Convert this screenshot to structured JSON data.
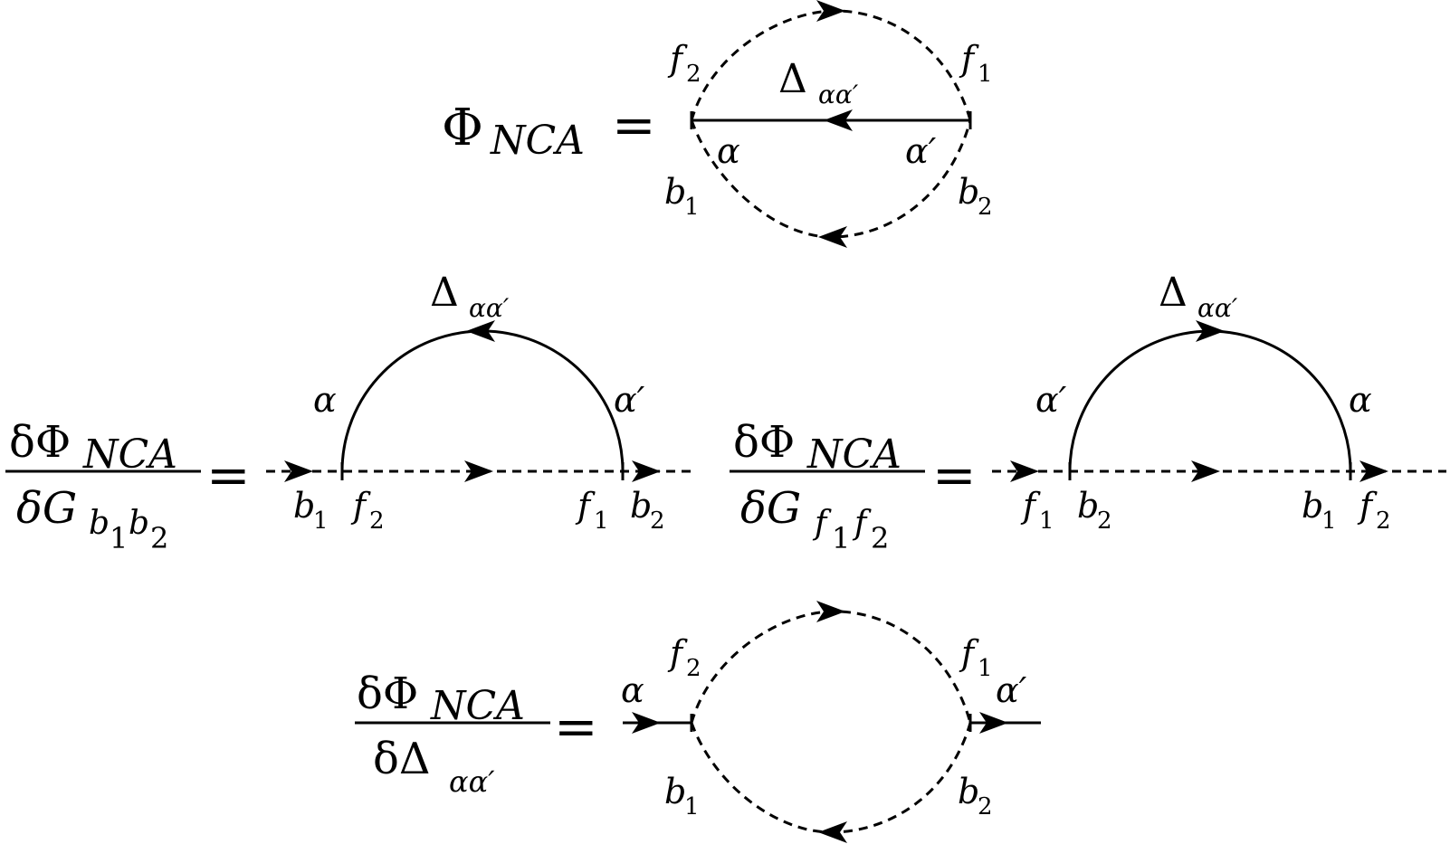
{
  "equations": {
    "phi": {
      "lhs_symbol": "Φ",
      "lhs_sub": "NCA",
      "equals": "=",
      "labels": {
        "f2": {
          "base": "f",
          "sub": "2"
        },
        "f1": {
          "base": "f",
          "sub": "1"
        },
        "b1": {
          "base": "b",
          "sub": "1"
        },
        "b2": {
          "base": "b",
          "sub": "2"
        },
        "delta": {
          "base": "Δ",
          "sub": "αα′"
        },
        "alpha": "α",
        "alpha_prime": "α′"
      }
    },
    "dG_b": {
      "numerator_delta": "δΦ",
      "numerator_sub": "NCA",
      "denominator_delta": "δG",
      "denominator_sub_1": "b",
      "denominator_sub_1_index": "1",
      "denominator_sub_2": "b",
      "denominator_sub_2_index": "2",
      "equals": "=",
      "labels": {
        "delta": {
          "base": "Δ",
          "sub": "αα′"
        },
        "alpha": "α",
        "alpha_prime": "α′",
        "b1": {
          "base": "b",
          "sub": "1"
        },
        "f2": {
          "base": "f",
          "sub": "2"
        },
        "f1": {
          "base": "f",
          "sub": "1"
        },
        "b2": {
          "base": "b",
          "sub": "2"
        }
      }
    },
    "dG_f": {
      "numerator_delta": "δΦ",
      "numerator_sub": "NCA",
      "denominator_delta": "δG",
      "denominator_sub_1": "f",
      "denominator_sub_1_index": "1",
      "denominator_sub_2": "f",
      "denominator_sub_2_index": "2",
      "equals": "=",
      "labels": {
        "delta": {
          "base": "Δ",
          "sub": "αα′"
        },
        "alpha_prime": "α′",
        "alpha": "α",
        "f1": {
          "base": "f",
          "sub": "1"
        },
        "b2": {
          "base": "b",
          "sub": "2"
        },
        "b1": {
          "base": "b",
          "sub": "1"
        },
        "f2": {
          "base": "f",
          "sub": "2"
        }
      }
    },
    "dDelta": {
      "numerator_delta": "δΦ",
      "numerator_sub": "NCA",
      "denominator_delta": "δΔ",
      "denominator_sub": "αα′",
      "equals": "=",
      "labels": {
        "alpha": "α",
        "alpha_prime": "α′",
        "f2": {
          "base": "f",
          "sub": "2"
        },
        "f1": {
          "base": "f",
          "sub": "1"
        },
        "b1": {
          "base": "b",
          "sub": "1"
        },
        "b2": {
          "base": "b",
          "sub": "2"
        }
      }
    }
  }
}
